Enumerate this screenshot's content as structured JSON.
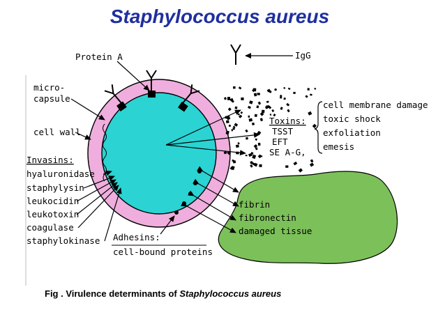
{
  "title": "Staphylococcus aureus",
  "labels": {
    "protein_a": "Protein A",
    "igg": "IgG",
    "microcapsule_line1": "micro-",
    "microcapsule_line2": "capsule",
    "cell_wall": "cell wall",
    "invasins_header": "Invasins:",
    "invasins": [
      "hyaluronidase",
      "staphylysin",
      "leukocidin",
      "leukotoxin",
      "coagulase",
      "staphylokinase"
    ],
    "toxins_header": "Toxins:",
    "toxins": [
      "TSST",
      "EFT",
      "SE A-G,"
    ],
    "toxin_effects": [
      "cell membrane damage",
      "toxic shock",
      "exfoliation",
      "emesis"
    ],
    "tissue": [
      "fibrin",
      "fibronectin",
      "damaged tissue"
    ],
    "adhesins_line1": "Adhesins:",
    "adhesins_line2": "cell-bound proteins"
  },
  "caption": {
    "prefix": "Fig . Virulence determinants of ",
    "organism": "Staphylococcus aureus"
  },
  "colors": {
    "title": "#1f2f9f",
    "cell_interior": "#2bd3d3",
    "cell_wall": "#efaedd",
    "tissue": "#7cc05a"
  }
}
